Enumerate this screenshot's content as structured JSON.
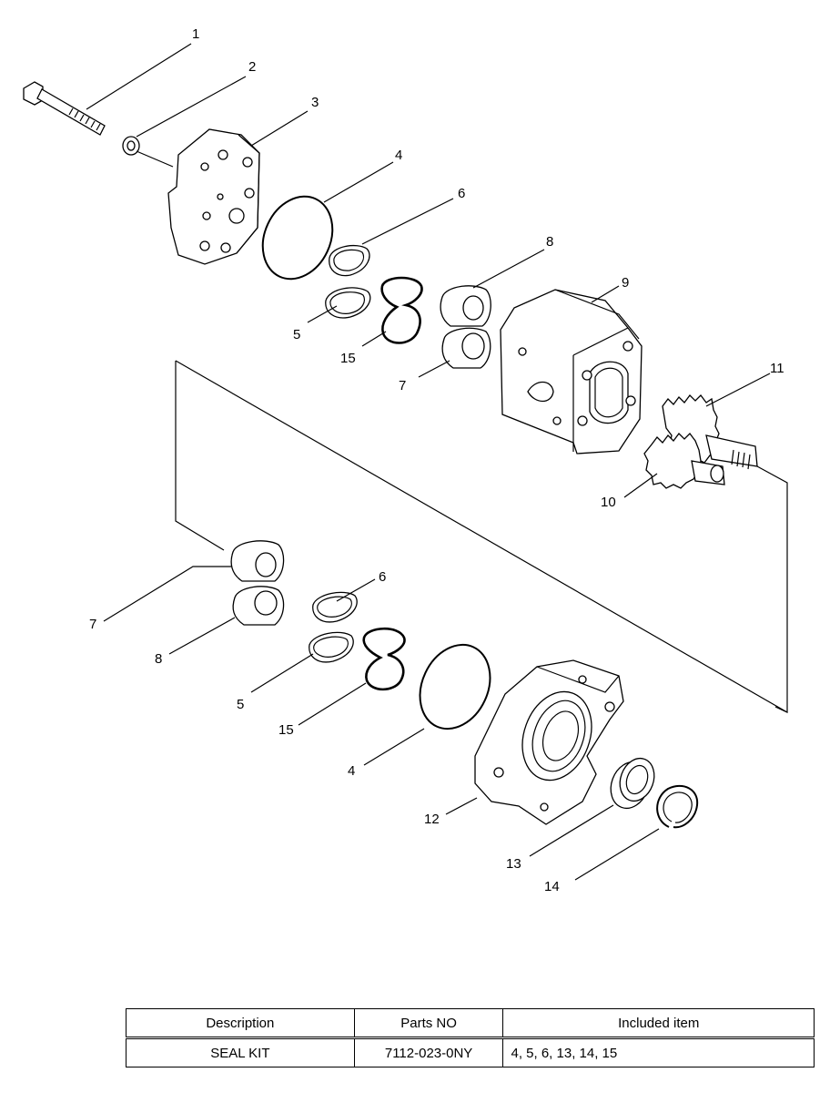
{
  "diagram": {
    "callouts": [
      "1",
      "2",
      "3",
      "4",
      "6",
      "8",
      "9",
      "5",
      "15",
      "7",
      "11",
      "10",
      "7",
      "6",
      "8",
      "5",
      "15",
      "4",
      "12",
      "13",
      "14"
    ]
  },
  "table": {
    "headers": [
      "Description",
      "Parts NO",
      "Included item"
    ],
    "rows": [
      [
        "SEAL KIT",
        "7112-023-0NY",
        "4, 5, 6, 13, 14, 15"
      ]
    ]
  }
}
